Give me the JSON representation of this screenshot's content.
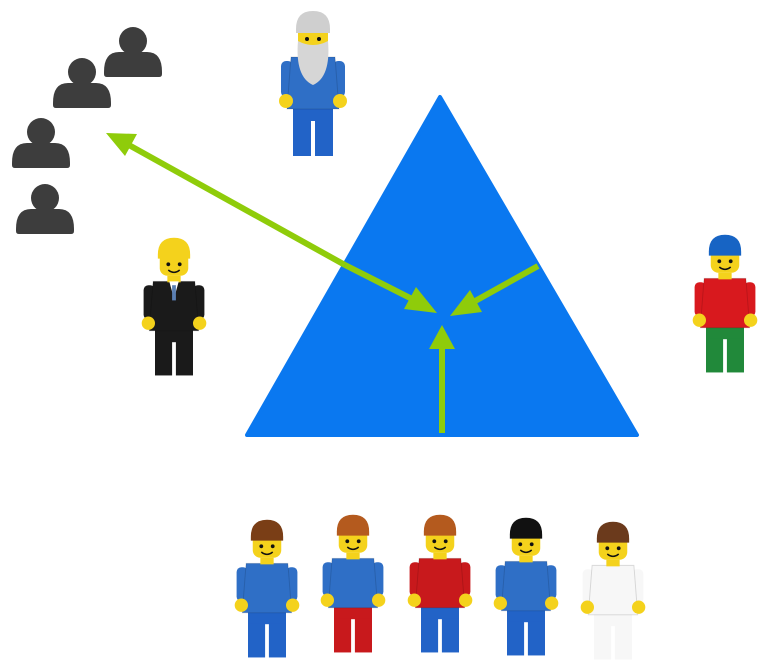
{
  "colors": {
    "triangle": "#0a78f0",
    "arrows": "#8fcc0a",
    "people_icons": "#3d3d3d",
    "minifig_skin": "#f4d21c",
    "background": "#ffffff"
  },
  "icons": {
    "group": "people-icon"
  },
  "minifigures": [
    {
      "name": "wizard",
      "shirt": "#2f6fc6",
      "pants": "#2263c7",
      "hair": "#cfcfcf"
    },
    {
      "name": "businessman",
      "shirt": "#1a1a1a",
      "pants": "#1a1a1a",
      "hair": "#f4d21c"
    },
    {
      "name": "postal-worker",
      "shirt": "#d8191e",
      "pants": "#21893a",
      "hair": "#1764c4"
    },
    {
      "name": "team-member-1",
      "shirt": "#2f6fc6",
      "pants": "#2263c7",
      "hair": "#7a3e16"
    },
    {
      "name": "team-member-2",
      "shirt": "#2f6fc6",
      "pants": "#c8191c",
      "hair": "#b45a1e"
    },
    {
      "name": "team-member-3",
      "shirt": "#c8191c",
      "pants": "#2263c7",
      "hair": "#b45a1e"
    },
    {
      "name": "team-member-4",
      "shirt": "#2f6fc6",
      "pants": "#2263c7",
      "hair": "#111111"
    },
    {
      "name": "team-member-5",
      "shirt": "#f7f7f7",
      "pants": "#f7f7f7",
      "hair": "#6b3a1c"
    }
  ]
}
